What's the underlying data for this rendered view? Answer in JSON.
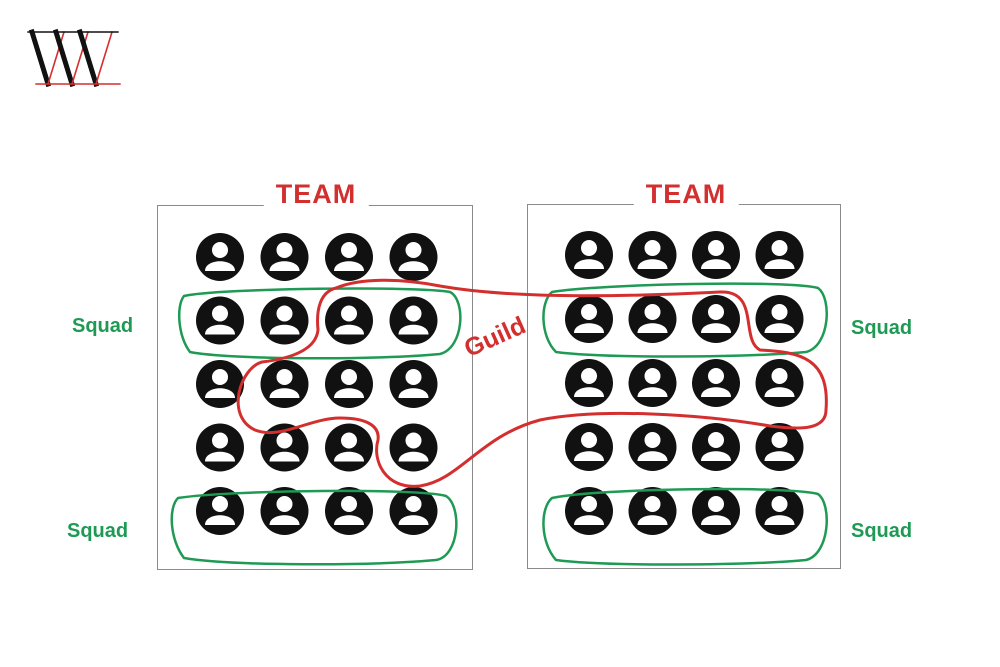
{
  "logo": {
    "letters": "WVA",
    "colors": {
      "dark": "#111111",
      "accent": "#d32f2f"
    }
  },
  "teams": [
    {
      "title": "TEAM",
      "rows": 5,
      "columns": 4
    },
    {
      "title": "TEAM",
      "rows": 5,
      "columns": 4
    }
  ],
  "labels": {
    "squad_left_top": "Squad",
    "squad_left_bottom": "Squad",
    "squad_right_top": "Squad",
    "squad_right_bottom": "Squad",
    "guild": "Guild"
  },
  "colors": {
    "team": "#d32f2f",
    "squad": "#1f9a55",
    "guild": "#d32f2f",
    "member": "#111111",
    "border": "#8a8a8a"
  },
  "icons": {
    "member": "person-circle-icon"
  }
}
